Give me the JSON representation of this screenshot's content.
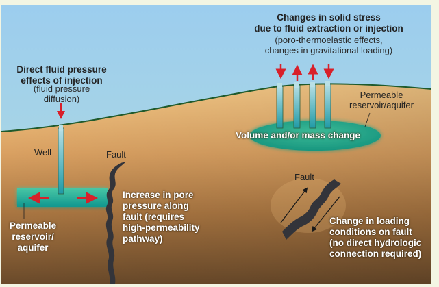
{
  "diagram": {
    "left_heading": {
      "line1": "Direct fluid pressure",
      "line2": "effects of injection",
      "sub1": "(fluid pressure",
      "sub2": "diffusion)"
    },
    "right_heading": {
      "line1": "Changes in solid stress",
      "line2": "due to fluid extraction or injection",
      "sub1": "(poro-thermoelastic effects,",
      "sub2": "changes in gravitational loading)"
    },
    "well_label": "Well",
    "fault_label_left": "Fault",
    "fault_label_right": "Fault",
    "pore_pressure": {
      "line1": "Increase in pore",
      "line2": "pressure along",
      "line3": "fault (requires",
      "line4": "high-permeability",
      "line5": "pathway)"
    },
    "left_reservoir": {
      "line1": "Permeable",
      "line2": "reservoir/",
      "line3": "aquifer"
    },
    "right_reservoir": {
      "line1": "Permeable",
      "line2": "reservoir/aquifer"
    },
    "volume_change": "Volume and/or mass change",
    "loading_change": {
      "line1": "Change in loading",
      "line2": "conditions on fault",
      "line3": "(no direct hydrologic",
      "line4": "connection required)"
    },
    "stress_arrows": [
      "down",
      "up",
      "up",
      "down"
    ],
    "colors": {
      "sky_top": "#9fcfee",
      "sky_bottom": "#bfe0d6",
      "ground_top": "#f7c884",
      "ground_bottom": "#6c4b2a",
      "ground_line": "#1f5a2c",
      "reservoir": "#2aa88f",
      "arrow_red": "#d8202a",
      "fault": "#33343a",
      "border": "#f3f5e3"
    }
  }
}
